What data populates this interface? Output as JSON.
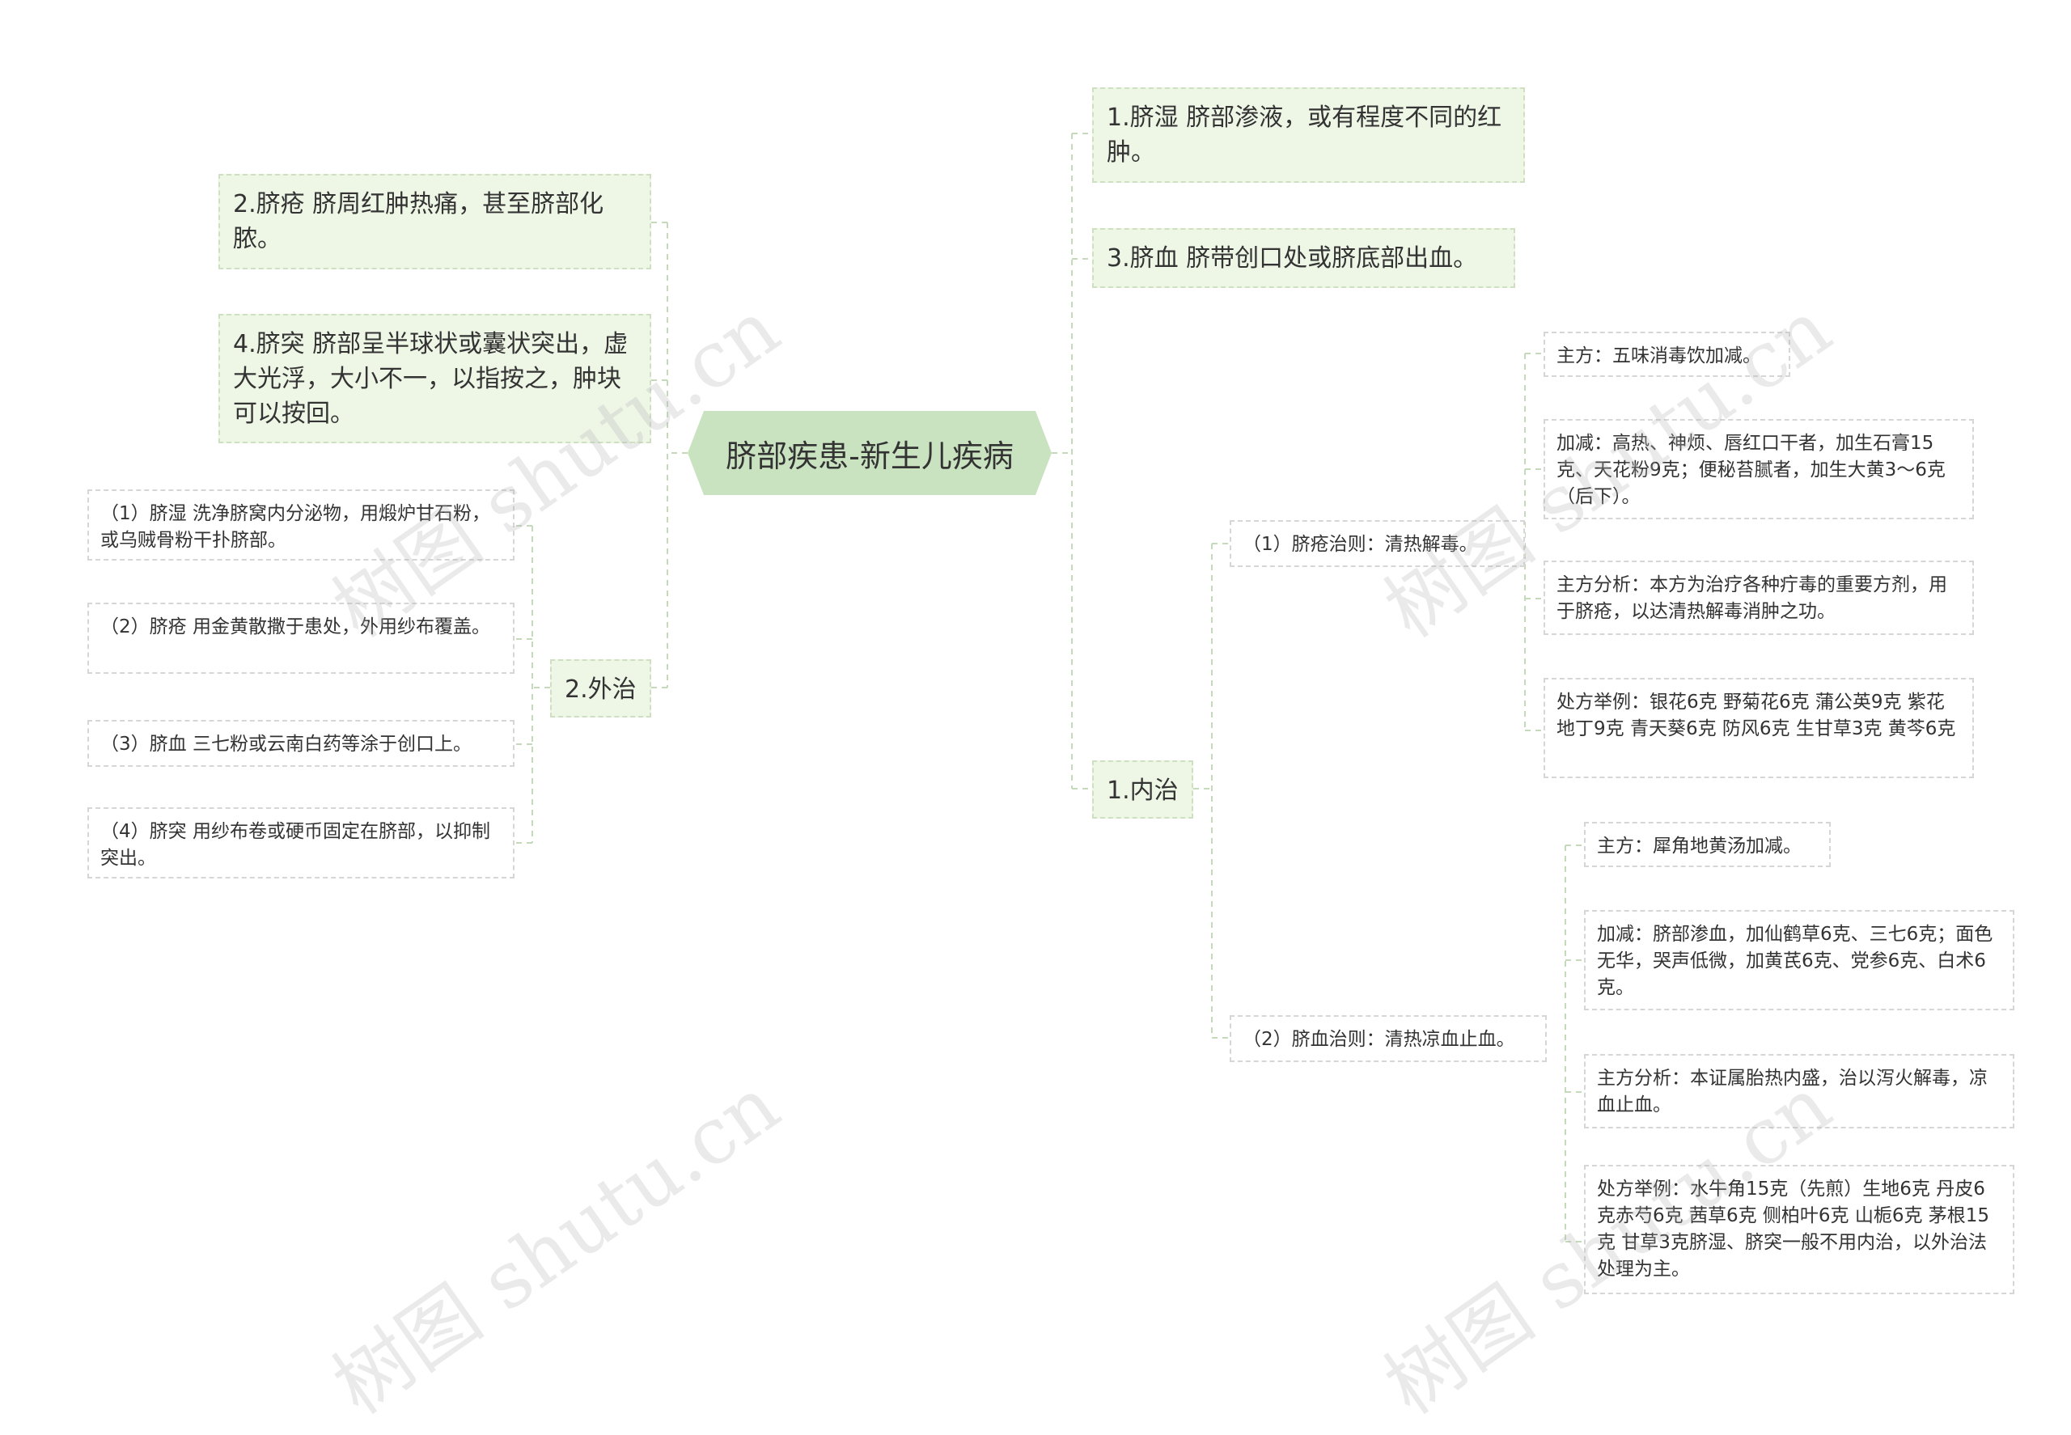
{
  "root": {
    "title": "脐部疾患-新生儿疾病"
  },
  "left": {
    "item2": {
      "text": "2.脐疮 脐周红肿热痛，甚至脐部化脓。"
    },
    "item4": {
      "text": "4.脐突 脐部呈半球状或囊状突出，虚大光浮，大小不一，以指按之，肿块可以按回。"
    },
    "waizhi": {
      "label": "2.外治",
      "children": [
        "（1）脐湿 洗净脐窝内分泌物，用煅炉甘石粉，或乌贼骨粉干扑脐部。",
        "（2）脐疮 用金黄散撒于患处，外用纱布覆盖。",
        "（3）脐血 三七粉或云南白药等涂于创口上。",
        "（4）脐突 用纱布卷或硬币固定在脐部，以抑制突出。"
      ]
    }
  },
  "right": {
    "item1": {
      "text": "1.脐湿 脐部渗液，或有程度不同的红肿。"
    },
    "item3": {
      "text": "3.脐血 脐带创口处或脐底部出血。"
    },
    "neizhi": {
      "label": "1.内治",
      "qichuang": {
        "label": "（1）脐疮治则：清热解毒。",
        "children": [
          "主方：五味消毒饮加减。",
          "加减：高热、神烦、唇红口干者，加生石膏15克、天花粉9克；便秘苔腻者，加生大黄3～6克（后下）。",
          "主方分析：本方为治疗各种疔毒的重要方剂，用于脐疮，以达清热解毒消肿之功。",
          "处方举例：银花6克 野菊花6克 蒲公英9克 紫花地丁9克 青天葵6克 防风6克 生甘草3克 黄芩6克"
        ]
      },
      "qixue": {
        "label": "（2）脐血治则：清热凉血止血。",
        "children": [
          "主方：犀角地黄汤加减。",
          "加减：脐部渗血，加仙鹤草6克、三七6克；面色无华，哭声低微，加黄芪6克、党参6克、白术6克。",
          "主方分析：本证属胎热内盛，治以泻火解毒，凉血止血。",
          "处方举例：水牛角15克（先煎）生地6克 丹皮6克赤芍6克 茜草6克 侧柏叶6克 山栀6克 茅根15克 甘草3克脐湿、脐突一般不用内治，以外治法处理为主。"
        ]
      }
    }
  },
  "watermark": "树图 shutu.cn",
  "colors": {
    "root_fill": "#c9e2bf",
    "l1_fill": "#eef6e6",
    "l1_border": "#cfe0c2",
    "link": "#c5d9bb",
    "l2_border": "#d6d6d6"
  }
}
